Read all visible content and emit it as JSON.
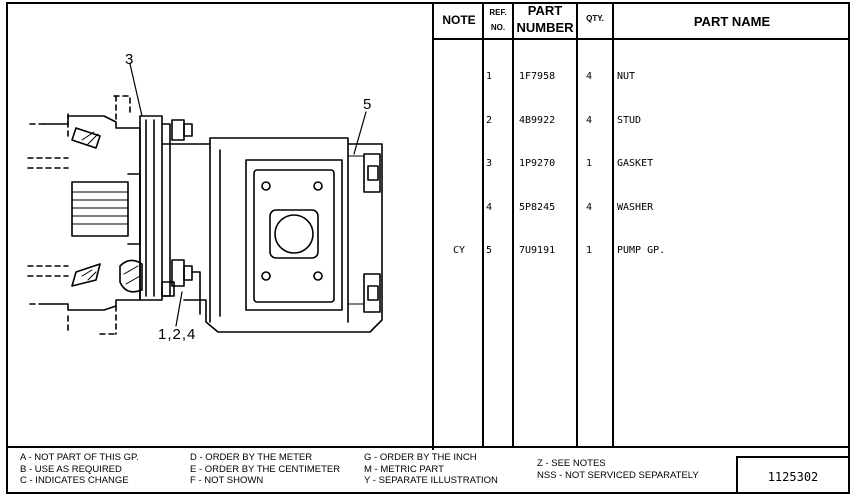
{
  "table": {
    "headers": {
      "note": "NOTE",
      "ref_line1": "REF.",
      "ref_line2": "NO.",
      "part_line1": "PART",
      "part_line2": "NUMBER",
      "qty": "QTY.",
      "name": "PART NAME"
    },
    "rows": [
      {
        "note": "",
        "ref": "1",
        "part": "1F7958",
        "qty": "4",
        "name": "NUT"
      },
      {
        "note": "",
        "ref": "2",
        "part": "4B9922",
        "qty": "4",
        "name": "STUD"
      },
      {
        "note": "",
        "ref": "3",
        "part": "1P9270",
        "qty": "1",
        "name": "GASKET"
      },
      {
        "note": "",
        "ref": "4",
        "part": "5P8245",
        "qty": "4",
        "name": "WASHER"
      },
      {
        "note": "CY",
        "ref": "5",
        "part": "7U9191",
        "qty": "1",
        "name": "PUMP GP."
      }
    ]
  },
  "illustration": {
    "callout_3": "3",
    "callout_5": "5",
    "callout_124": "1,2,4"
  },
  "legend": {
    "col1": [
      "A - NOT PART OF THIS GP.",
      "B - USE AS REQUIRED",
      "C - INDICATES CHANGE"
    ],
    "col2": [
      "D - ORDER BY THE METER",
      "E - ORDER BY THE CENTIMETER",
      "F - NOT SHOWN"
    ],
    "col3": [
      "G - ORDER BY THE INCH",
      "M - METRIC PART",
      "Y - SEPARATE ILLUSTRATION"
    ],
    "col4": [
      "Z - SEE NOTES",
      "NSS - NOT SERVICED SEPARATELY"
    ]
  },
  "illustration_number": "1125302"
}
